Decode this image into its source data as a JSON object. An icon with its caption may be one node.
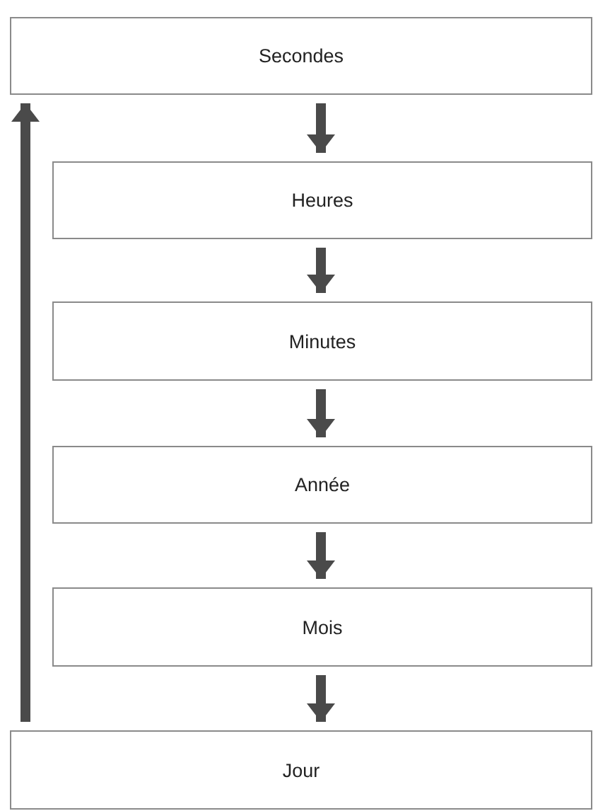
{
  "diagram": {
    "nodes": [
      {
        "text": [
          "Secondes"
        ]
      },
      {
        "text": [
          "Heures"
        ]
      },
      {
        "text": [
          "Minutes"
        ]
      },
      {
        "text": [
          "Année"
        ]
      },
      {
        "text": [
          "Mois"
        ]
      },
      {
        "text": [
          "Jour"
        ]
      }
    ],
    "edges": [
      {
        "from": 0,
        "to": 1,
        "arrow": "to"
      },
      {
        "from": 1,
        "to": 2,
        "arrow": "to"
      },
      {
        "from": 2,
        "to": 3,
        "arrow": "to"
      },
      {
        "from": 3,
        "to": 4,
        "arrow": "to"
      },
      {
        "from": 4,
        "to": 5,
        "arrow": "to"
      },
      {
        "from": 5,
        "to": 0,
        "arrow": "to"
      }
    ]
  }
}
